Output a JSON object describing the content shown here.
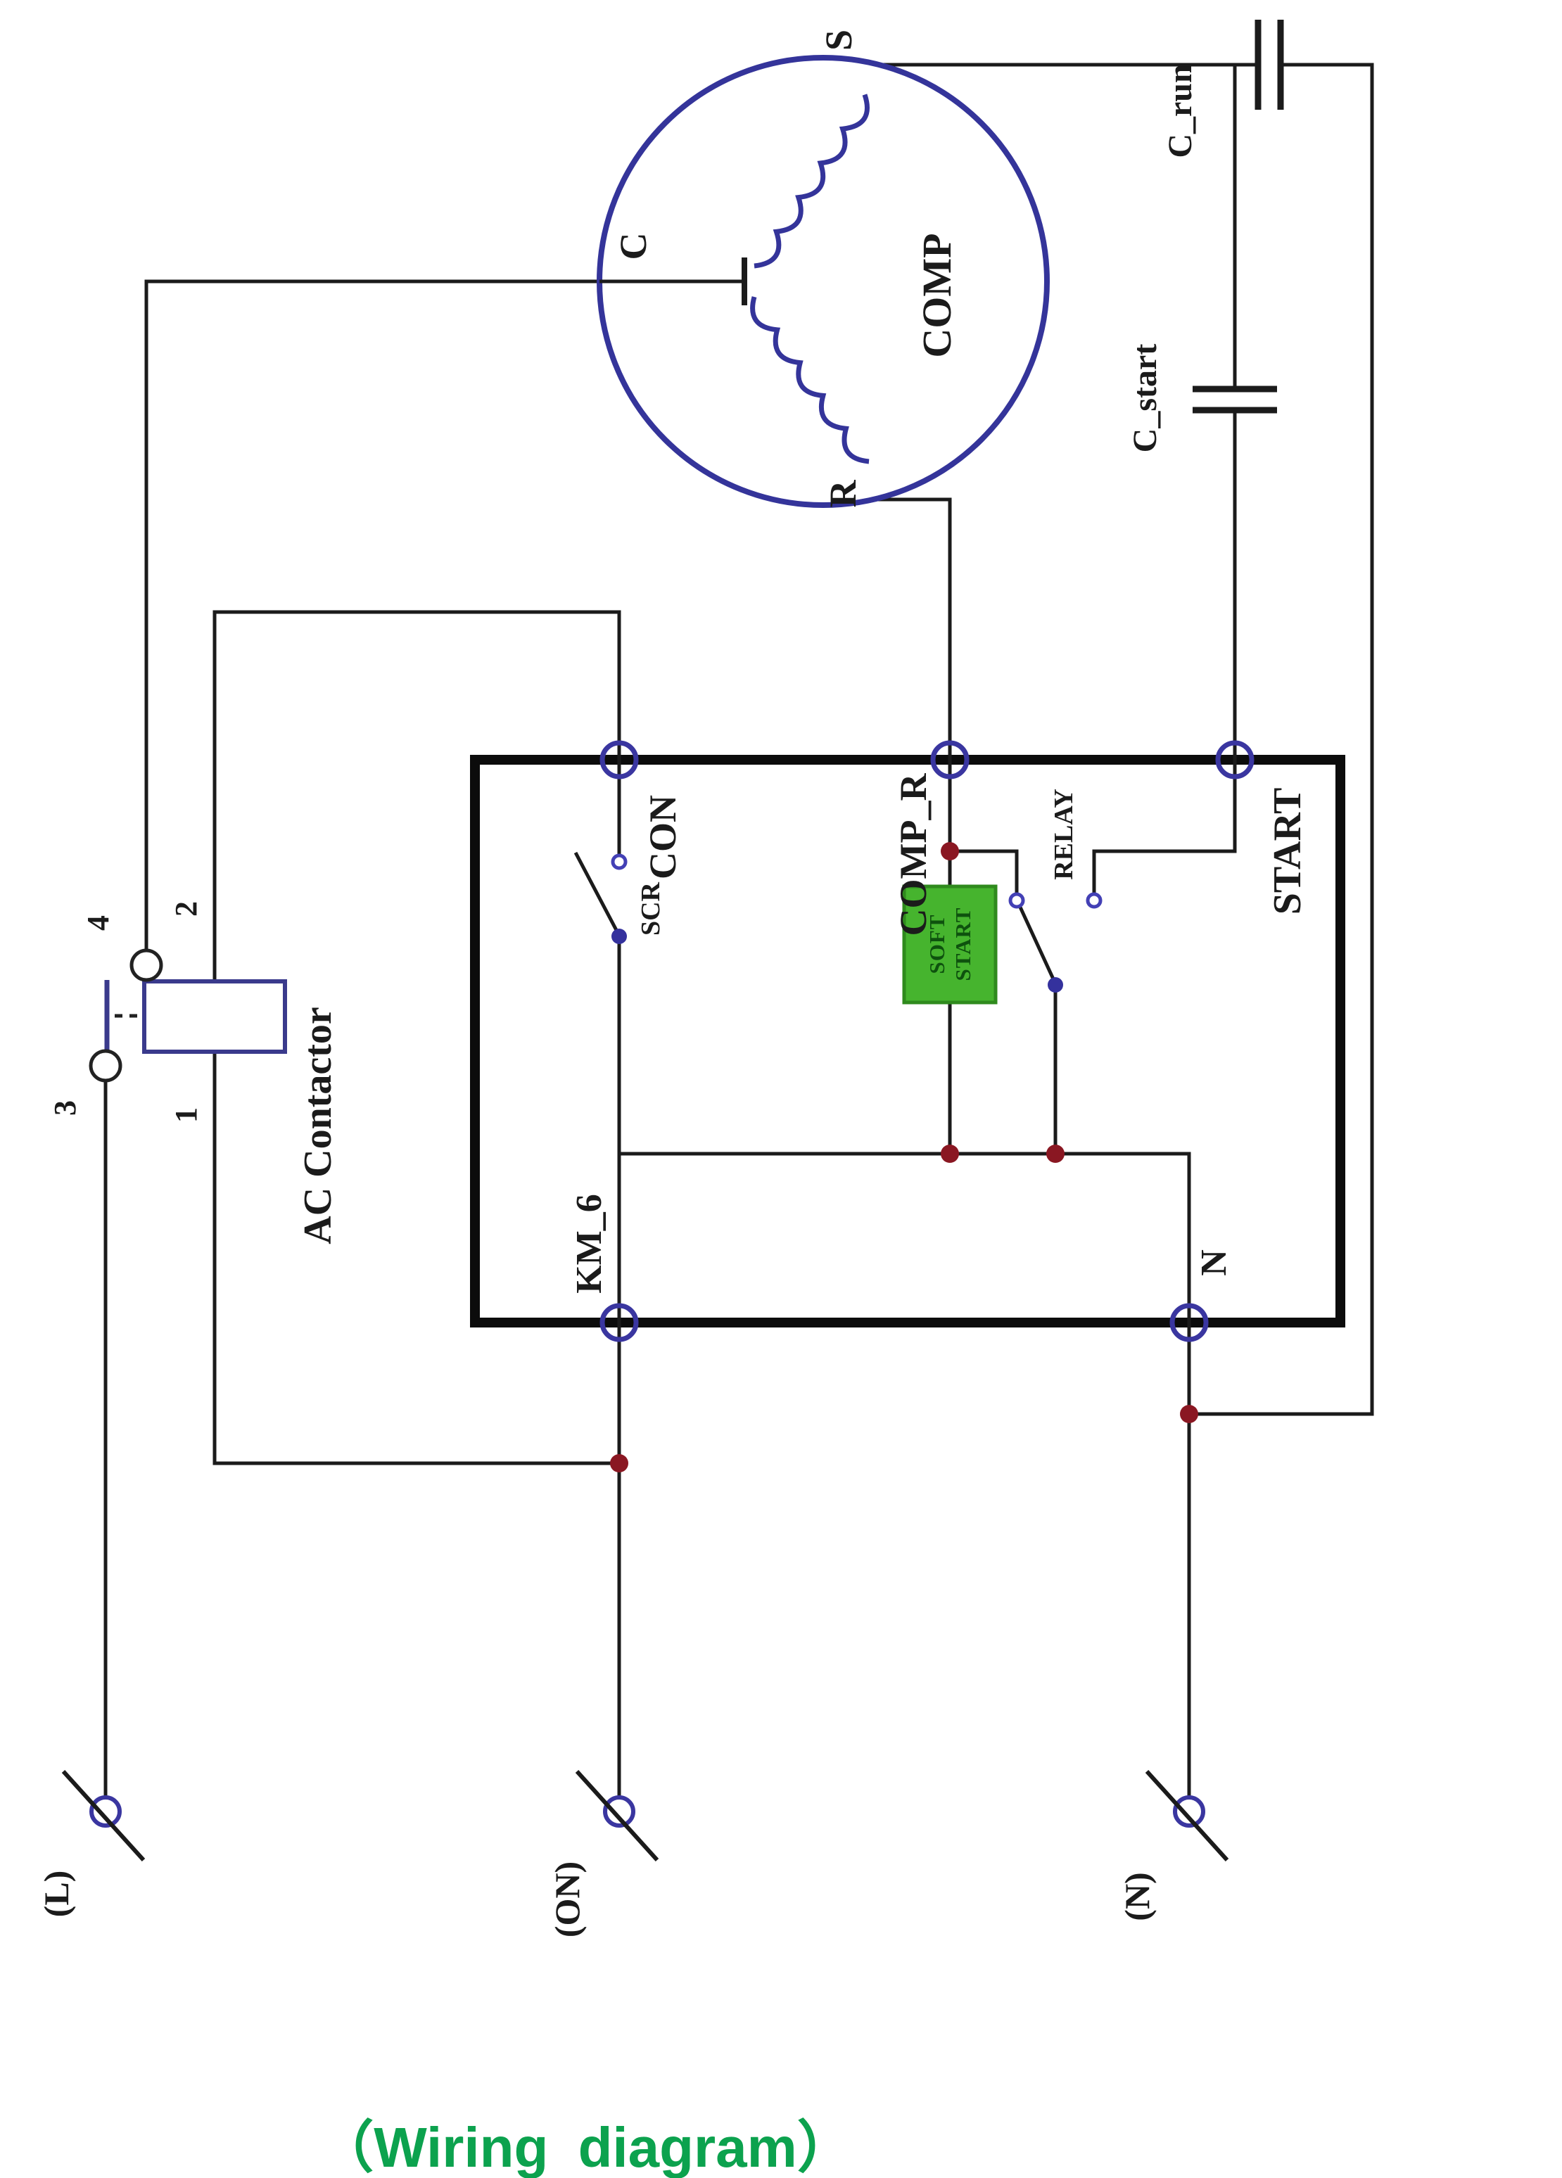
{
  "title": "（Wiring diagram）",
  "compressor": {
    "name": "COMP",
    "terminal_c": "C",
    "terminal_s": "S",
    "terminal_r": "R"
  },
  "capacitors": {
    "run": "C_run",
    "start": "C_start"
  },
  "contactor": {
    "name": "AC Contactor",
    "pin1": "1",
    "pin2": "2",
    "pin3": "3",
    "pin4": "4"
  },
  "control_box": {
    "terminal_con": "CON",
    "terminal_comp_r": "COMP_R",
    "terminal_start": "START",
    "terminal_km6": "KM_6",
    "terminal_n": "N",
    "switch_scr": "SCR",
    "switch_relay": "RELAY",
    "soft_start_line1": "SOFT",
    "soft_start_line2": "START"
  },
  "supply": {
    "line": "(L)",
    "on": "(ON)",
    "neutral": "(N)"
  },
  "colors": {
    "wire": "#1b1b1b",
    "navy": "#34349a",
    "box_border": "#0c0c0c",
    "junction": "#8a1722",
    "green_box": "#46b42e",
    "green_box_border": "#2f8a1d",
    "green_box_text": "#0e520e",
    "title_green": "#0ca24e"
  }
}
